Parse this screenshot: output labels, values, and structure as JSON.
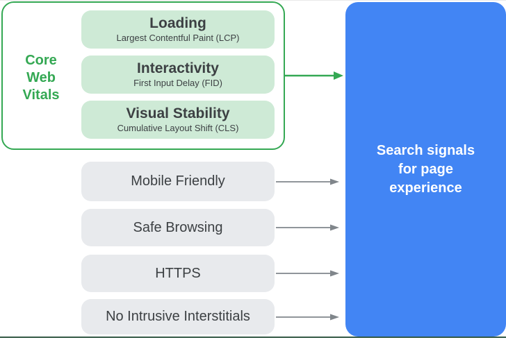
{
  "colors": {
    "green": "#34a853",
    "light_green": "#ceead6",
    "pill_gray": "#e8eaed",
    "text_dark": "#3c4043",
    "blue": "#4285f4",
    "arrow_gray": "#80868b",
    "bottom_line": "#335844"
  },
  "core_web_vitals": {
    "label_lines": [
      "Core",
      "Web",
      "Vitals"
    ],
    "items": [
      {
        "title": "Loading",
        "subtitle": "Largest Contentful Paint (LCP)"
      },
      {
        "title": "Interactivity",
        "subtitle": "First Input Delay (FID)"
      },
      {
        "title": "Visual Stability",
        "subtitle": "Cumulative Layout Shift (CLS)"
      }
    ]
  },
  "other_signals": [
    {
      "label": "Mobile Friendly"
    },
    {
      "label": "Safe Browsing"
    },
    {
      "label": "HTTPS"
    },
    {
      "label": "No Intrusive Interstitials"
    }
  ],
  "result": {
    "lines": [
      "Search signals",
      "for page",
      "experience"
    ]
  }
}
